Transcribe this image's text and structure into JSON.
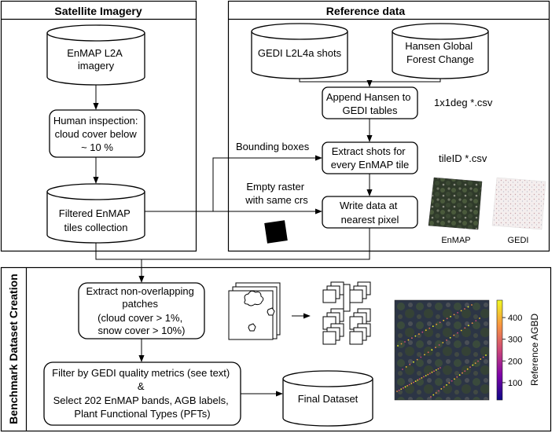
{
  "panels": {
    "satellite": {
      "title": "Satellite Imagery"
    },
    "reference": {
      "title": "Reference data"
    },
    "benchmark": {
      "title": "Benchmark Dataset Creation"
    }
  },
  "nodes": {
    "enmap_l2a": [
      "EnMAP L2A",
      "imagery"
    ],
    "human_inspection": [
      "Human inspection:",
      "cloud cover below",
      "~ 10 %"
    ],
    "filtered_tiles": [
      "Filtered EnMAP",
      "tiles collection"
    ],
    "gedi_shots": [
      "GEDI L2L4a shots"
    ],
    "hansen": [
      "Hansen Global",
      "Forest Change"
    ],
    "append_hansen": [
      "Append Hansen to",
      "GEDI tables"
    ],
    "extract_shots": [
      "Extract shots for",
      "every EnMAP tile"
    ],
    "write_data": [
      "Write data at",
      "nearest pixel"
    ],
    "extract_patches": [
      "Extract non-overlapping",
      "patches",
      "(cloud cover > 1%,",
      "snow cover > 10%)"
    ],
    "filter_select": [
      "Filter by GEDI quality metrics (see text)",
      "&",
      "Select 202 EnMAP bands, AGB labels,",
      "Plant Functional Types (PFTs)"
    ],
    "final_dataset": [
      "Final Dataset"
    ]
  },
  "annotations": {
    "csv_1x1": "1x1deg *.csv",
    "csv_tile": "tileID *.csv",
    "bounding_boxes": "Bounding boxes",
    "empty_raster": [
      "Empty raster",
      "with same crs"
    ],
    "enmap_caption": "EnMAP",
    "gedi_caption": "GEDI"
  },
  "colorbar": {
    "label": "Reference AGBD",
    "ticks": [
      "100",
      "200",
      "300",
      "400"
    ],
    "tick_values": [
      100,
      200,
      300,
      400
    ],
    "range": [
      20,
      480
    ],
    "colormap": "plasma"
  },
  "colors": {
    "line": "#000000",
    "background": "#ffffff"
  }
}
